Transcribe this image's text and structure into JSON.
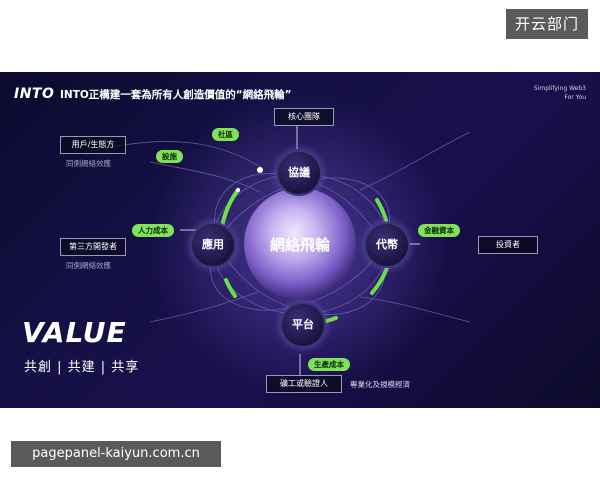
{
  "corner_button": "开云部门",
  "footer_url": "pagepanel-kaiyun.com.cn",
  "banner": {
    "brand": "INTO",
    "headline": "INTO正構建一套為所有人創造價值的“網絡飛輪”",
    "tagline_line1": "Simplifying Web3",
    "tagline_line2": "For You",
    "center": "網絡飛輪",
    "nodes": {
      "top": "協議",
      "left": "應用",
      "right": "代幣",
      "bottom": "平台"
    },
    "boxes": {
      "core_team": "核心團隊",
      "users": "用戶/生態方",
      "third_party_dev": "第三方開發者",
      "investors": "投資者",
      "miners": "礦工或驗證人"
    },
    "pills": {
      "social": "社區",
      "facilities": "設施",
      "labor_cost": "人力成本",
      "financial": "金融資本",
      "production_cost": "生產成本"
    },
    "subs": {
      "network_effect_1": "同側網絡效應",
      "network_effect_2": "同側網絡效應",
      "specialization": "專業化及規模經濟"
    },
    "value_word": "VALUE",
    "slogan": "共創 | 共建 | 共享"
  }
}
